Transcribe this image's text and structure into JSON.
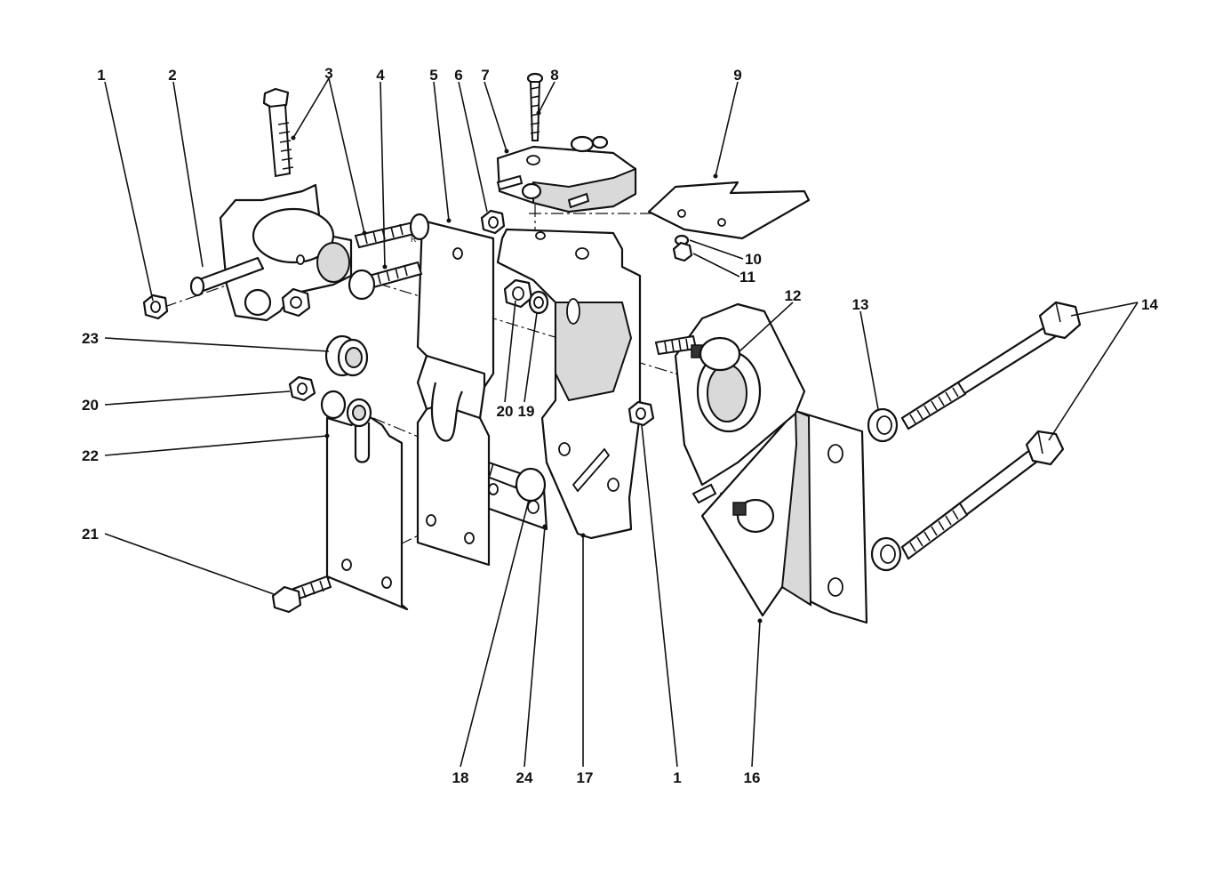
{
  "callouts": [
    {
      "id": "c1a",
      "text": "1"
    },
    {
      "id": "c2",
      "text": "2"
    },
    {
      "id": "c3",
      "text": "3"
    },
    {
      "id": "c4",
      "text": "4"
    },
    {
      "id": "c5",
      "text": "5"
    },
    {
      "id": "c6",
      "text": "6"
    },
    {
      "id": "c7",
      "text": "7"
    },
    {
      "id": "c8",
      "text": "8"
    },
    {
      "id": "c9",
      "text": "9"
    },
    {
      "id": "c10",
      "text": "10"
    },
    {
      "id": "c11",
      "text": "11"
    },
    {
      "id": "c12",
      "text": "12"
    },
    {
      "id": "c13",
      "text": "13"
    },
    {
      "id": "c14",
      "text": "14"
    },
    {
      "id": "c23",
      "text": "23"
    },
    {
      "id": "c20a",
      "text": "20"
    },
    {
      "id": "c20b",
      "text": "20"
    },
    {
      "id": "c19",
      "text": "19"
    },
    {
      "id": "c22",
      "text": "22"
    },
    {
      "id": "c21",
      "text": "21"
    },
    {
      "id": "c18",
      "text": "18"
    },
    {
      "id": "c24",
      "text": "24"
    },
    {
      "id": "c17",
      "text": "17"
    },
    {
      "id": "c1b",
      "text": "1"
    },
    {
      "id": "c16",
      "text": "16"
    }
  ],
  "stamp_on_part": "R"
}
